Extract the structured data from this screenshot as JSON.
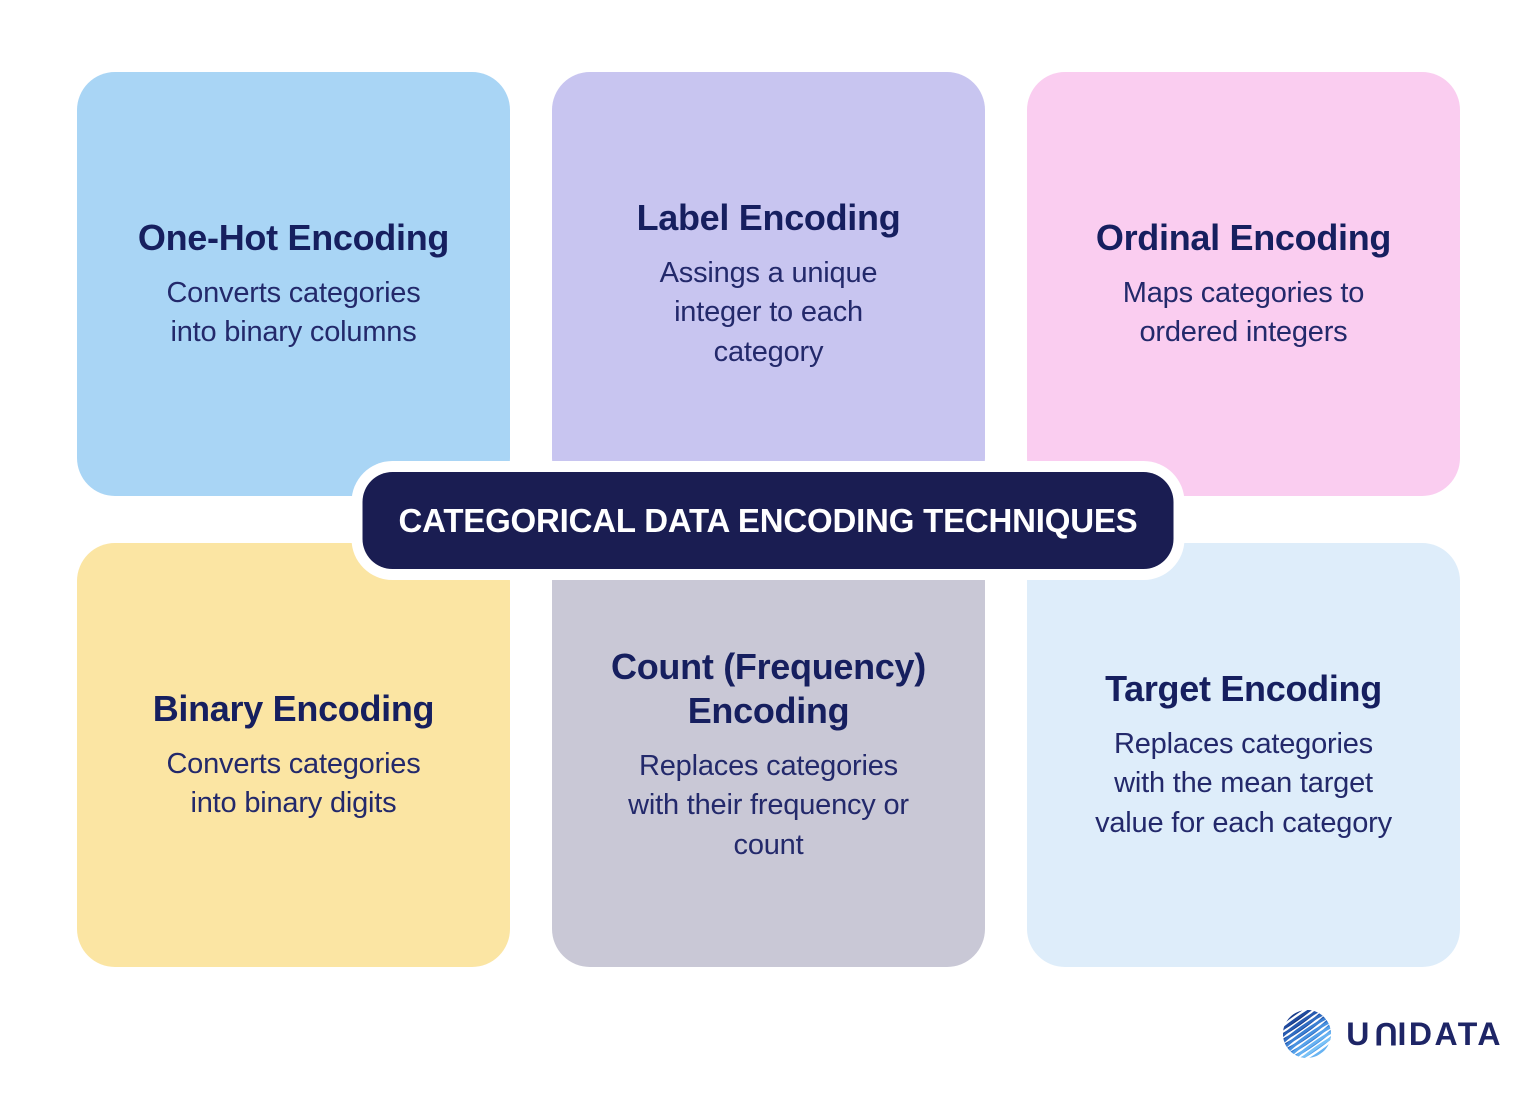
{
  "banner": {
    "label": "CATEGORICAL DATA ENCODING TECHNIQUES",
    "bg_color": "#1A1D52",
    "text_color": "#FFFFFF"
  },
  "cards": [
    {
      "title": "One-Hot Encoding",
      "description": "Converts categories\ninto binary columns",
      "bg_color": "#A9D5F5"
    },
    {
      "title": "Label Encoding",
      "description": "Assings a unique\ninteger to each\ncategory",
      "bg_color": "#C8C5F0"
    },
    {
      "title": "Ordinal Encoding",
      "description": "Maps categories to\nordered integers",
      "bg_color": "#FACDF0"
    },
    {
      "title": "Binary Encoding",
      "description": "Converts categories\ninto binary digits",
      "bg_color": "#FBE5A3"
    },
    {
      "title": "Count (Frequency)\nEncoding",
      "description": "Replaces categories\nwith their frequency or\ncount",
      "bg_color": "#C9C8D6"
    },
    {
      "title": "Target Encoding",
      "description": "Replaces categories\nwith the mean target\nvalue for each category",
      "bg_color": "#DEEDFA"
    }
  ],
  "text_colors": {
    "card_title": "#161F5F",
    "card_body": "#23296B"
  },
  "logo": {
    "wordmark": "UNIDATA",
    "icon": "globe-stripes-icon",
    "text_color": "#1E2566"
  }
}
